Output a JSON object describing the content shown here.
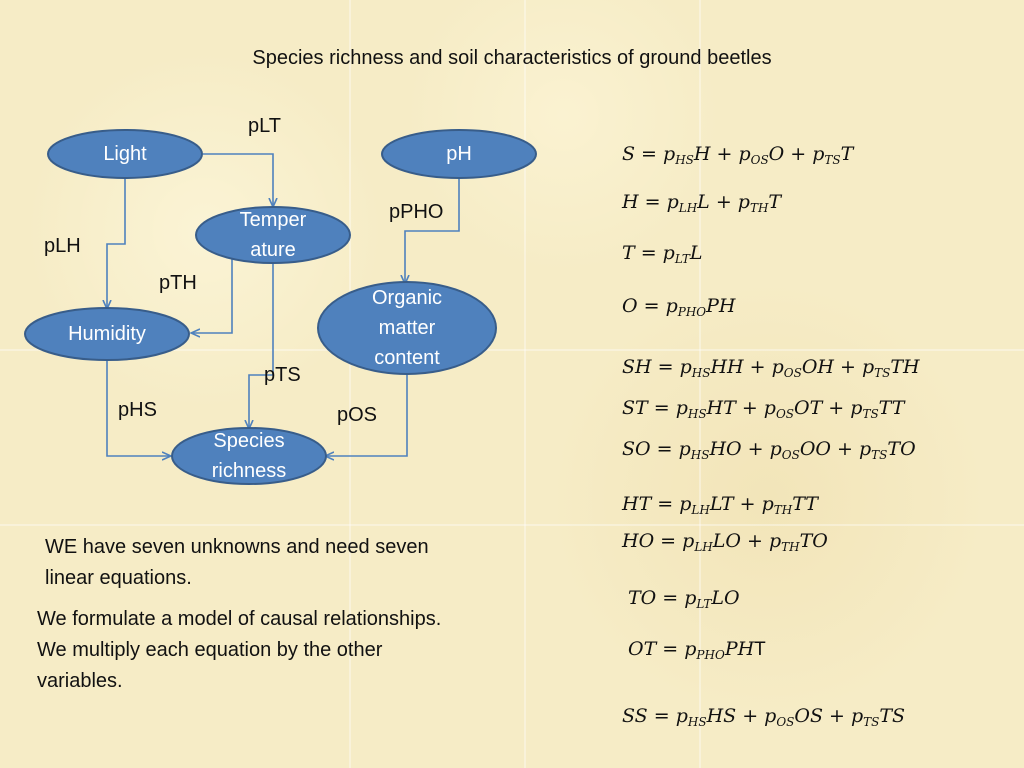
{
  "title": "Species richness and soil characteristics of ground beetles",
  "diagram": {
    "nodes": {
      "light": "Light",
      "ph": "pH",
      "temperature": [
        "Temper",
        "ature"
      ],
      "humidity": "Humidity",
      "organic": [
        "Organic",
        "matter",
        "content"
      ],
      "species": [
        "Species",
        "richness"
      ]
    },
    "edges": {
      "plt": "pLT",
      "ppho": "pPHO",
      "plh": "pLH",
      "pth": "pTH",
      "pts": "pTS",
      "phs": "pHS",
      "pos": "pOS"
    },
    "colors": {
      "node_fill": "#4f81bd",
      "node_stroke": "#385d8a",
      "arrow": "#4f81bd"
    }
  },
  "equations": [
    [
      [
        "v",
        "S = p"
      ],
      [
        "s",
        "HS"
      ],
      [
        "v",
        "H + p"
      ],
      [
        "s",
        "OS"
      ],
      [
        "v",
        "O + p"
      ],
      [
        "s",
        "TS"
      ],
      [
        "v",
        "T"
      ]
    ],
    [
      [
        "v",
        "H = p"
      ],
      [
        "s",
        "LH"
      ],
      [
        "v",
        "L + p"
      ],
      [
        "s",
        "TH"
      ],
      [
        "v",
        "T"
      ]
    ],
    [
      [
        "v",
        "T = p"
      ],
      [
        "s",
        "LT"
      ],
      [
        "v",
        "L"
      ]
    ],
    [
      [
        "v",
        "O = p"
      ],
      [
        "s",
        "PHO"
      ],
      [
        "v",
        "PH"
      ]
    ],
    [
      [
        "v",
        "SH = p"
      ],
      [
        "s",
        "HS"
      ],
      [
        "v",
        "HH + p"
      ],
      [
        "s",
        "OS"
      ],
      [
        "v",
        "OH + p"
      ],
      [
        "s",
        "TS"
      ],
      [
        "v",
        "TH"
      ]
    ],
    [
      [
        "v",
        "ST = p"
      ],
      [
        "s",
        "HS"
      ],
      [
        "v",
        "HT + p"
      ],
      [
        "s",
        "OS"
      ],
      [
        "v",
        "OT + p"
      ],
      [
        "s",
        "TS"
      ],
      [
        "v",
        "TT"
      ]
    ],
    [
      [
        "v",
        "SO = p"
      ],
      [
        "s",
        "HS"
      ],
      [
        "v",
        "HO + p"
      ],
      [
        "s",
        "OS"
      ],
      [
        "v",
        "OO + p"
      ],
      [
        "s",
        "TS"
      ],
      [
        "v",
        "TO"
      ]
    ],
    [
      [
        "v",
        "HT = p"
      ],
      [
        "s",
        "LH"
      ],
      [
        "v",
        "LT + p"
      ],
      [
        "s",
        "TH"
      ],
      [
        "v",
        "TT"
      ]
    ],
    [
      [
        "v",
        "HO = p"
      ],
      [
        "s",
        "LH"
      ],
      [
        "v",
        "LO + p"
      ],
      [
        "s",
        "TH"
      ],
      [
        "v",
        "TO"
      ]
    ],
    [
      [
        "v",
        "TO = p"
      ],
      [
        "s",
        "LT"
      ],
      [
        "v",
        "LO"
      ]
    ],
    [
      [
        "v",
        "OT = p"
      ],
      [
        "s",
        "PHO"
      ],
      [
        "v",
        "PH"
      ],
      [
        "u",
        "T"
      ]
    ],
    [
      [
        "v",
        "SS = p"
      ],
      [
        "s",
        "HS"
      ],
      [
        "v",
        "HS + p"
      ],
      [
        "s",
        "OS"
      ],
      [
        "v",
        "OS + p"
      ],
      [
        "s",
        "TS"
      ],
      [
        "v",
        "TS"
      ]
    ]
  ],
  "text": {
    "para1": [
      "WE have seven unknowns and need seven",
      "linear equations."
    ],
    "para2": [
      "We formulate a model of causal relationships.",
      "We multiply each equation by the other",
      "variables."
    ]
  }
}
